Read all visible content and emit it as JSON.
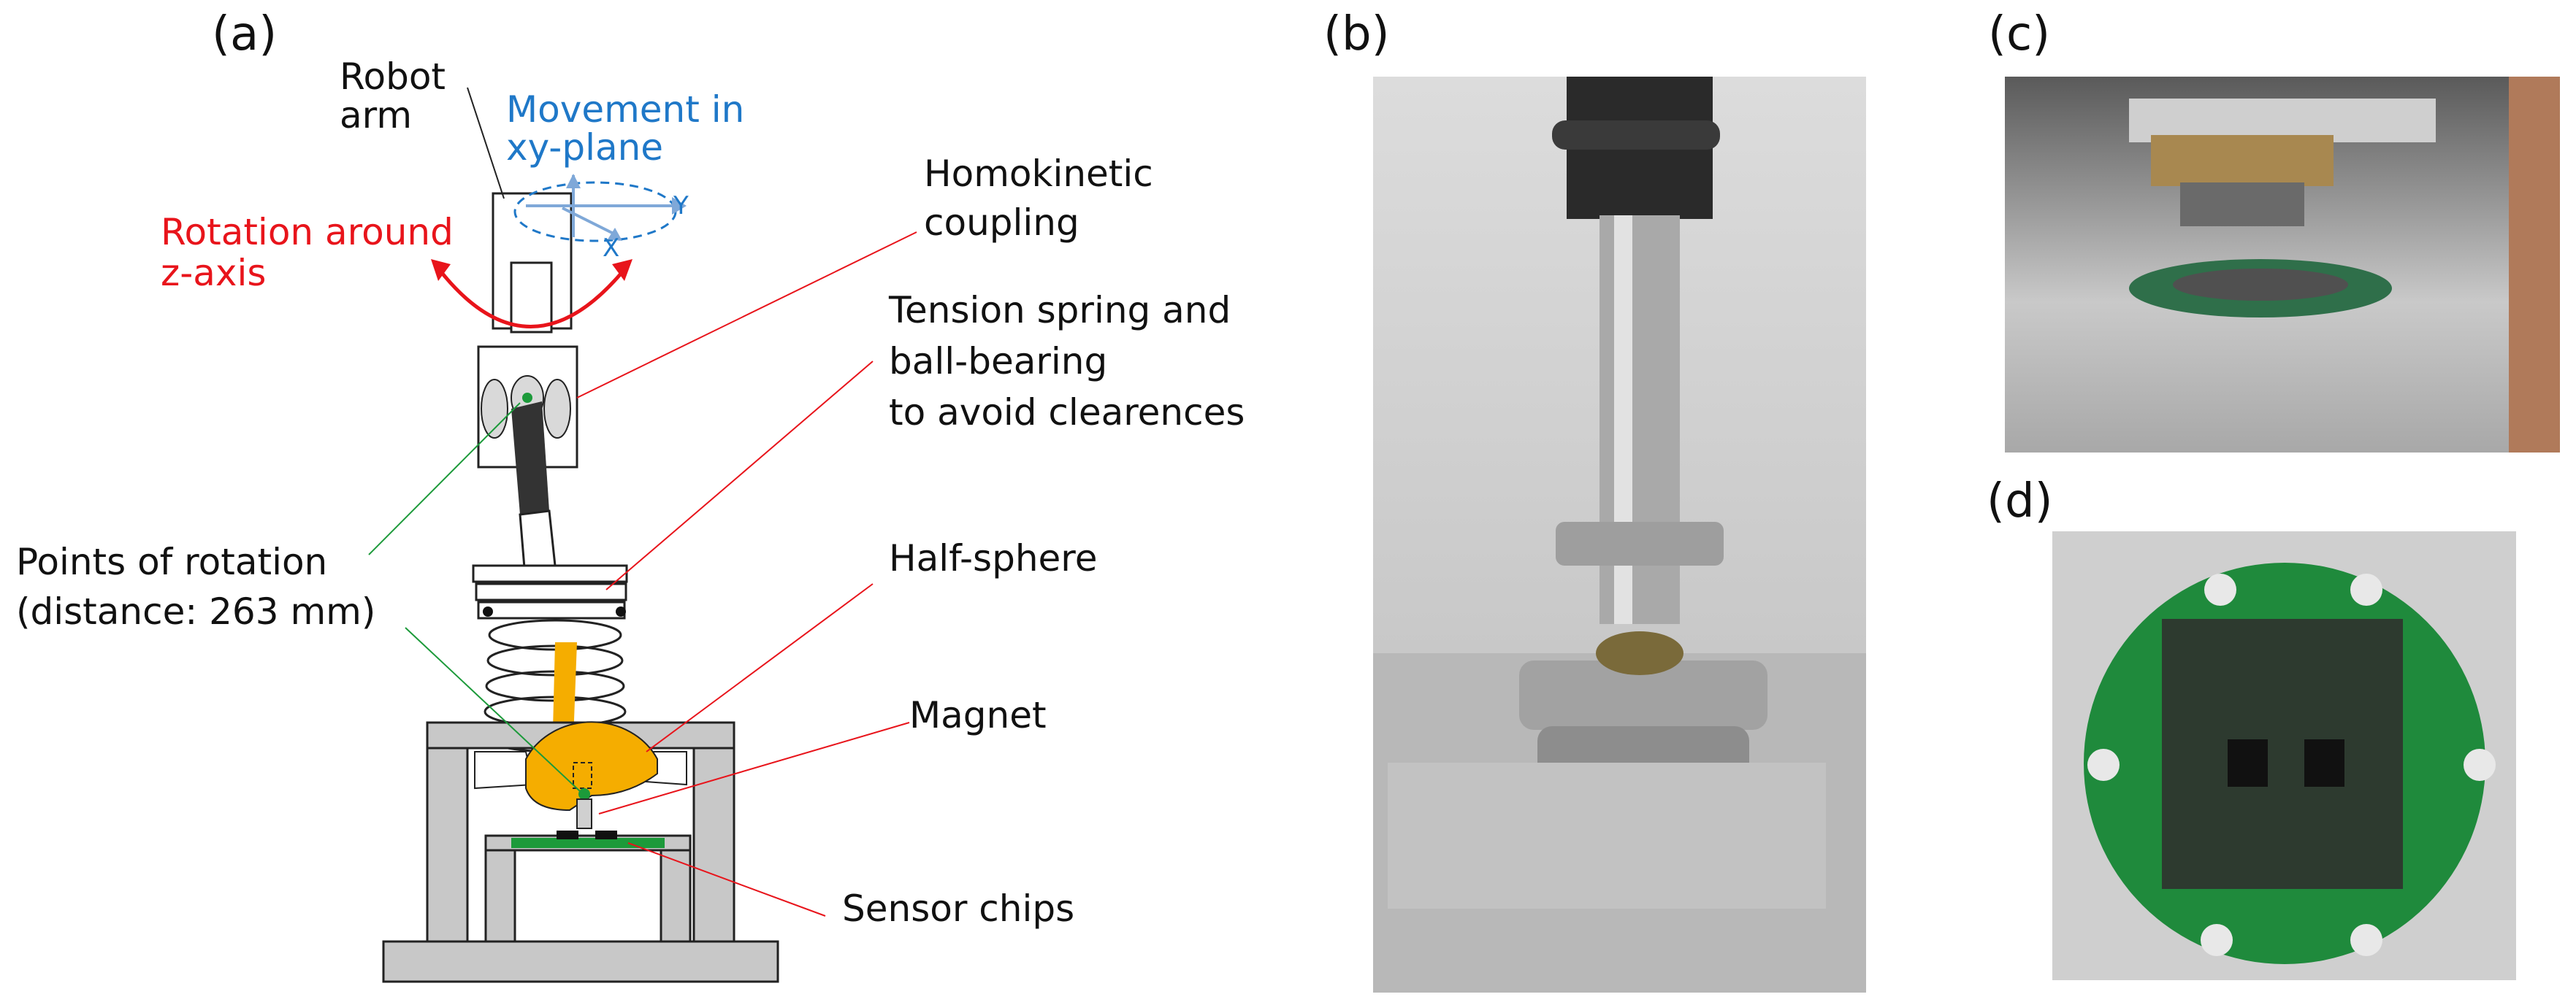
{
  "panels": {
    "a": "(a)",
    "b": "(b)",
    "c": "(c)",
    "d": "(d)"
  },
  "labels": {
    "robot_arm_1": "Robot",
    "robot_arm_2": "arm",
    "movement_1": "Movement in",
    "movement_2": "xy-plane",
    "rotation_1": "Rotation around",
    "rotation_2": "z-axis",
    "homokinetic_1": "Homokinetic",
    "homokinetic_2": "coupling",
    "tension_1": "Tension spring and",
    "tension_2": "ball-bearing",
    "tension_3": "to avoid clearences",
    "points_1": "Points of rotation",
    "points_2": "(distance: 263 mm)",
    "half_sphere": "Half-sphere",
    "magnet": "Magnet",
    "sensor_chips": "Sensor chips",
    "axis_x": "X",
    "axis_y": "Y"
  },
  "colors": {
    "rotation": "#e8141b",
    "movement": "#1f78c8",
    "half_sphere": "#f5ad00",
    "pcb": "#1c9a3a",
    "frame": "#bfbfbf"
  }
}
